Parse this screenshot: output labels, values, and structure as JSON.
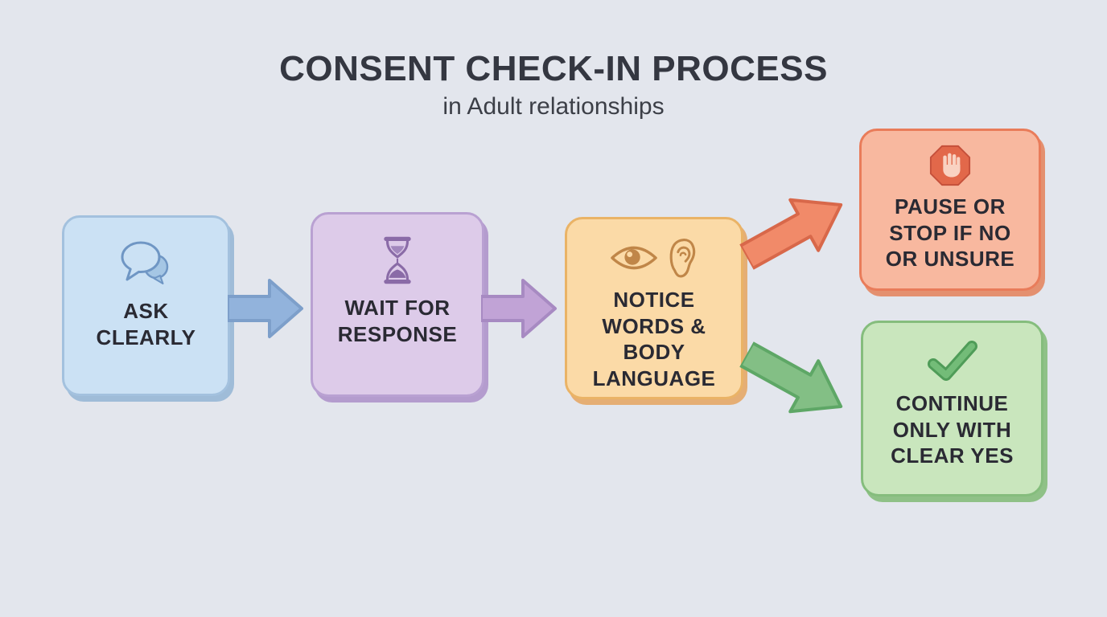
{
  "title": "CONSENT CHECK-IN PROCESS",
  "subtitle": "in Adult relationships",
  "steps": [
    {
      "id": "ask-clearly",
      "label": "ASK\nCLEARLY",
      "icon": "speech-bubbles-icon",
      "fill": "#cbe1f4",
      "border": "#a3c1de",
      "accent": "#6f96c4"
    },
    {
      "id": "wait-for-response",
      "label": "WAIT FOR\nRESPONSE",
      "icon": "hourglass-icon",
      "fill": "#ddcbe9",
      "border": "#b9a1d2",
      "accent": "#8a6ba7"
    },
    {
      "id": "notice-words-body-language",
      "label": "NOTICE\nWORDS &\nBODY\nLANGUAGE",
      "icons": [
        "eye-icon",
        "ear-icon"
      ],
      "fill": "#fbdaa7",
      "border": "#eab366",
      "accent": "#c08648"
    },
    {
      "id": "pause-or-stop",
      "label": "PAUSE OR\nSTOP IF NO\nOR UNSURE",
      "icon": "stop-hand-icon",
      "fill": "#f8b89f",
      "border": "#e97c5a",
      "accent": "#e2684a"
    },
    {
      "id": "continue-clear-yes",
      "label": "CONTINUE\nONLY WITH\nCLEAR YES",
      "icon": "checkmark-icon",
      "fill": "#c9e6bd",
      "border": "#85bd7d",
      "accent": "#5ea45f"
    }
  ],
  "arrows": [
    {
      "id": "arrow-ask-to-wait",
      "direction": "right",
      "color": "#92b3dc"
    },
    {
      "id": "arrow-wait-to-notice",
      "direction": "right",
      "color": "#c1a3d6"
    },
    {
      "id": "arrow-notice-to-pause",
      "direction": "up-right",
      "color": "#f18a69"
    },
    {
      "id": "arrow-notice-to-continue",
      "direction": "down-right",
      "color": "#83bf85"
    }
  ],
  "colors": {
    "background": "#e3e6ed",
    "title_text": "#343741",
    "box_text": "#2a2a33"
  }
}
